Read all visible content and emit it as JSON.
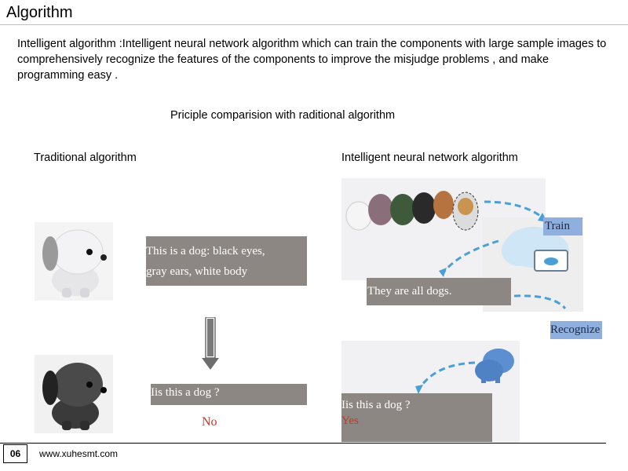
{
  "header": {
    "title": "Algorithm"
  },
  "intro": "Intelligent algorithm :Intelligent neural network algorithm which can train the components with large sample images to comprehensively recognize the features of the components to  improve the misjudge problems , and make programming easy .",
  "subtitle": "Priciple comparision with raditional algorithm",
  "traditional": {
    "heading": "Traditional algorithm",
    "description_line1": "This is a dog: black eyes,",
    "description_line2": "gray ears, white body",
    "question": "Iis this a dog ?",
    "answer": "No"
  },
  "neural": {
    "heading": "Intelligent neural network algorithm",
    "train_label": "Train",
    "all_dogs": "They are all dogs.",
    "recognize_label": "Recognize",
    "question": "Iis this a dog ?",
    "answer": "Yes"
  },
  "colors": {
    "box_gray": "#8d8783",
    "tag_blue": "#8fb0df",
    "answer_red": "#c0392b",
    "arrow_blue": "#4aa0d6"
  },
  "footer": {
    "page": "06",
    "website": "www.xuhesmt.com"
  }
}
